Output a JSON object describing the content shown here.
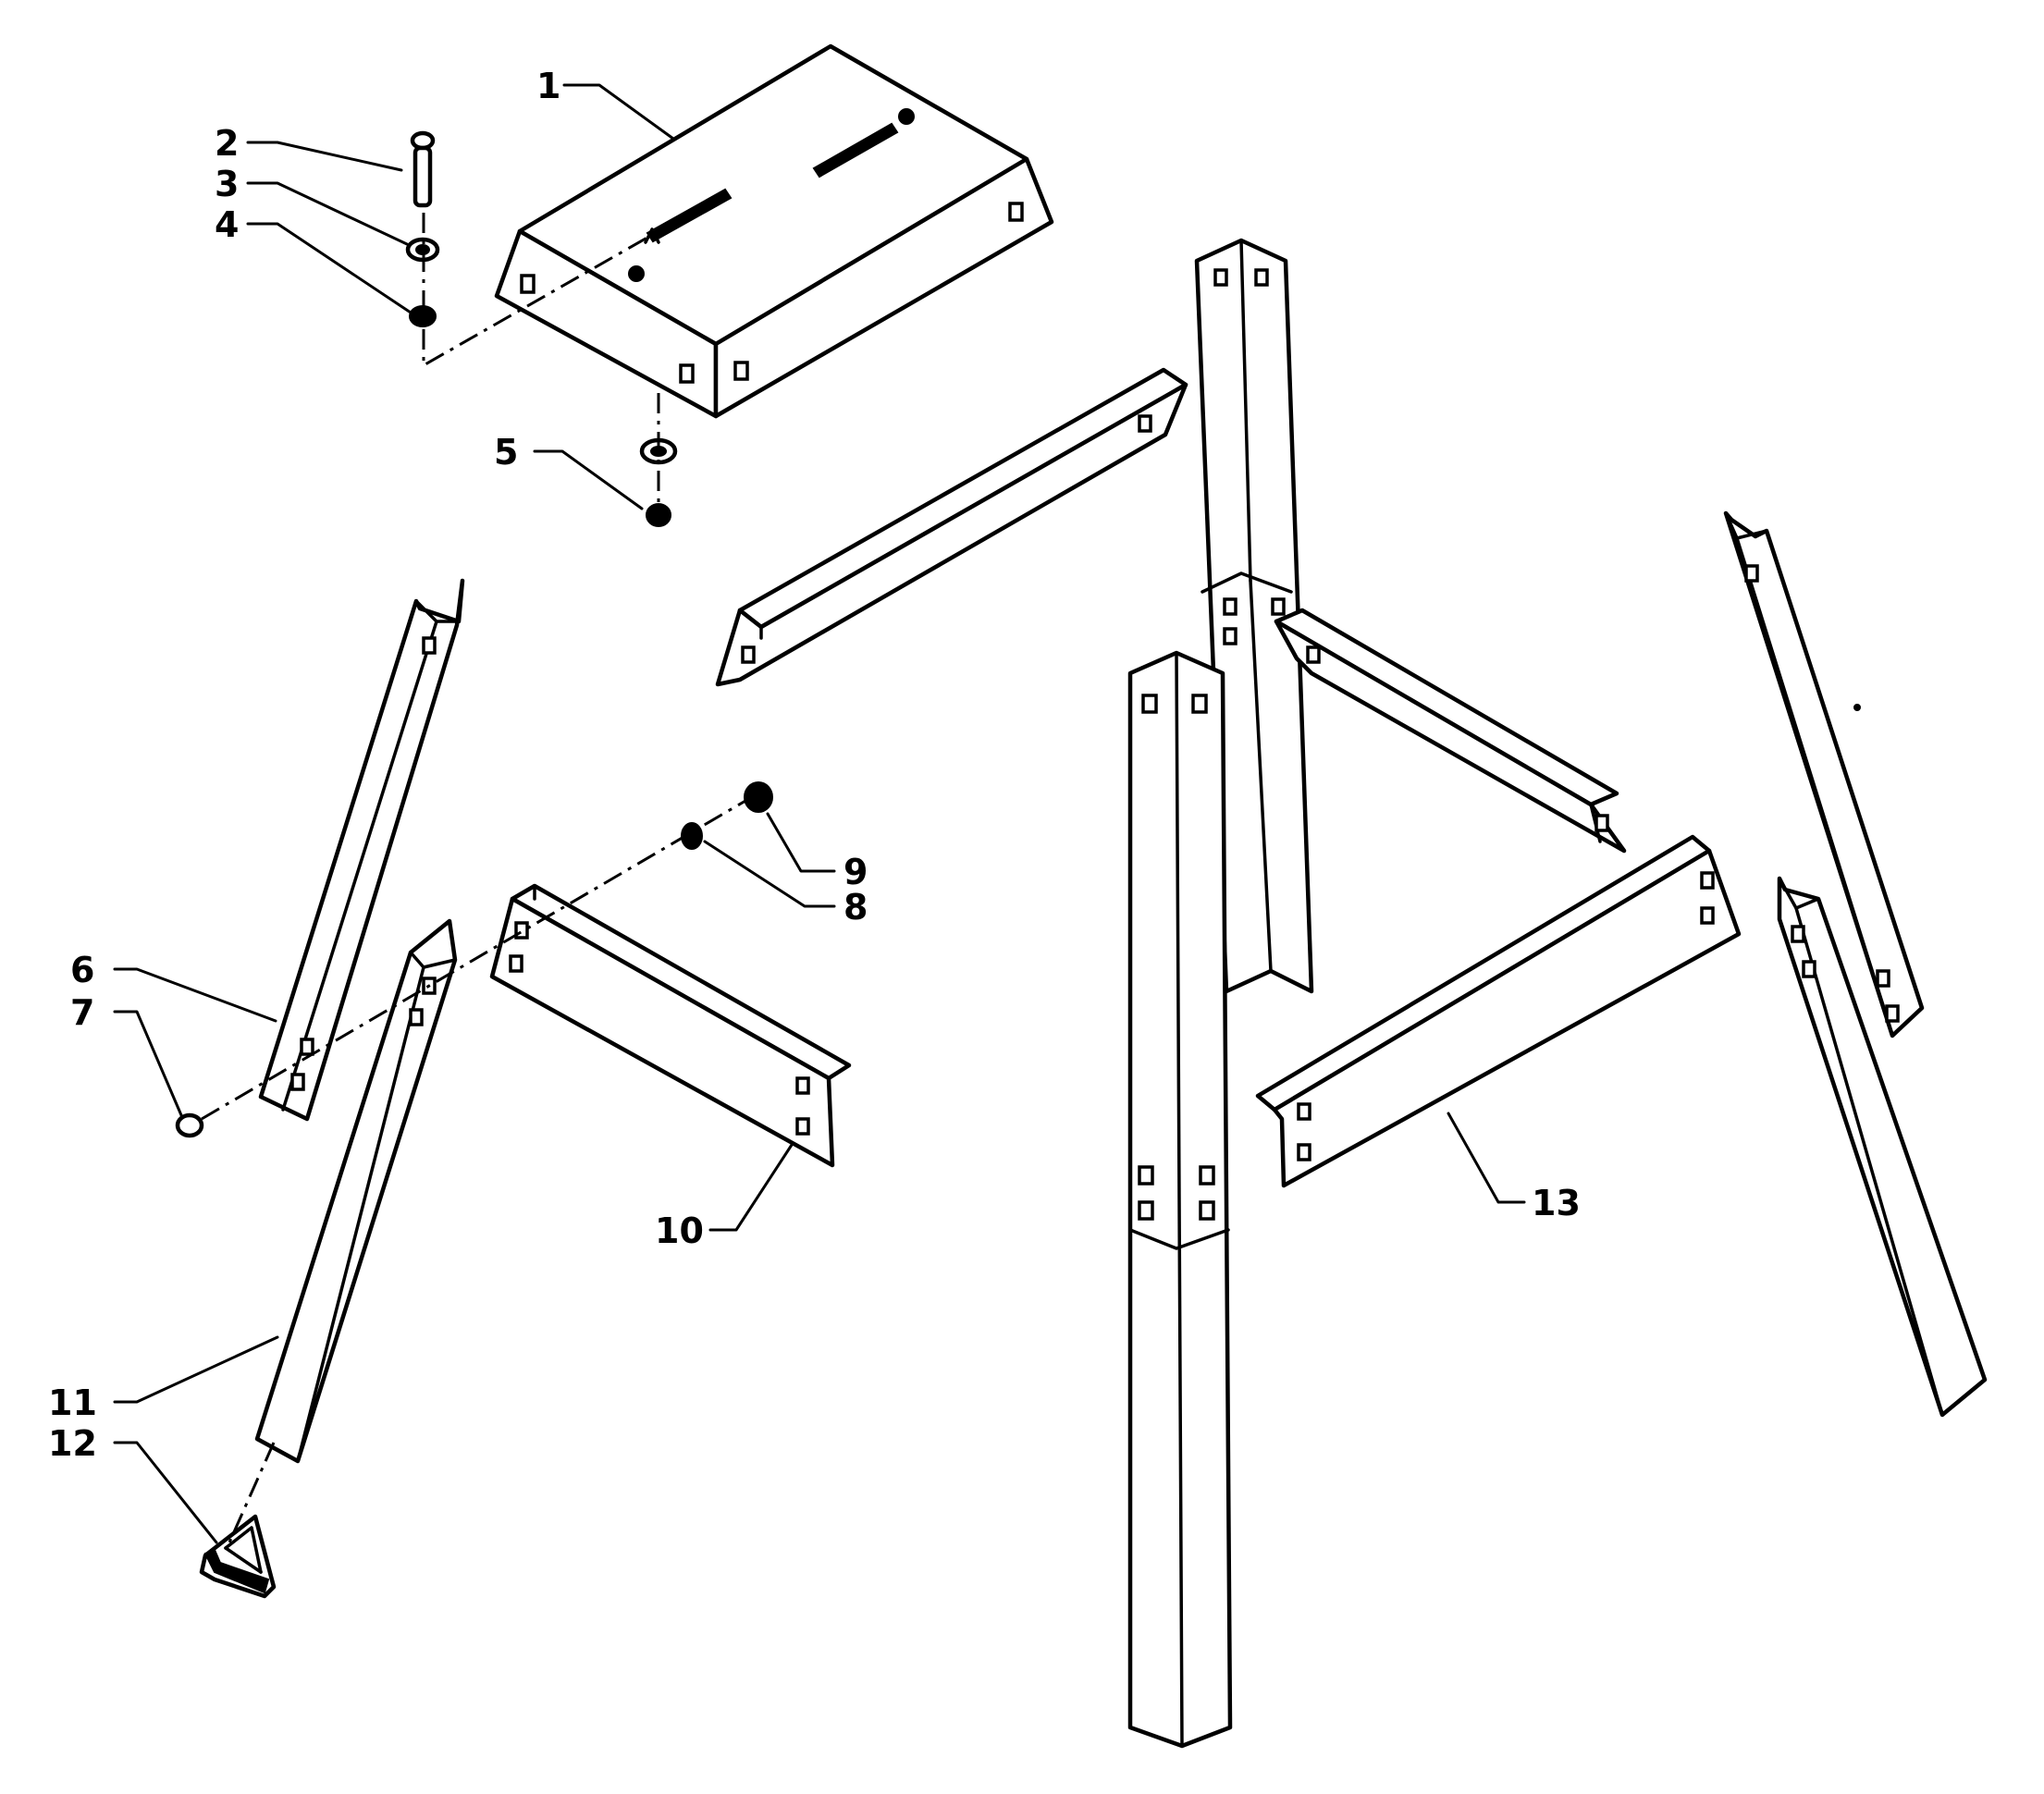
{
  "diagram": {
    "type": "exploded-parts-view",
    "line_color": "#000000",
    "background": "#ffffff",
    "callouts": {
      "c1": "1",
      "c2": "2",
      "c3": "3",
      "c4": "4",
      "c5": "5",
      "c6": "6",
      "c7": "7",
      "c8": "8",
      "c9": "9",
      "c10": "10",
      "c11": "11",
      "c12": "12",
      "c13": "13"
    }
  }
}
